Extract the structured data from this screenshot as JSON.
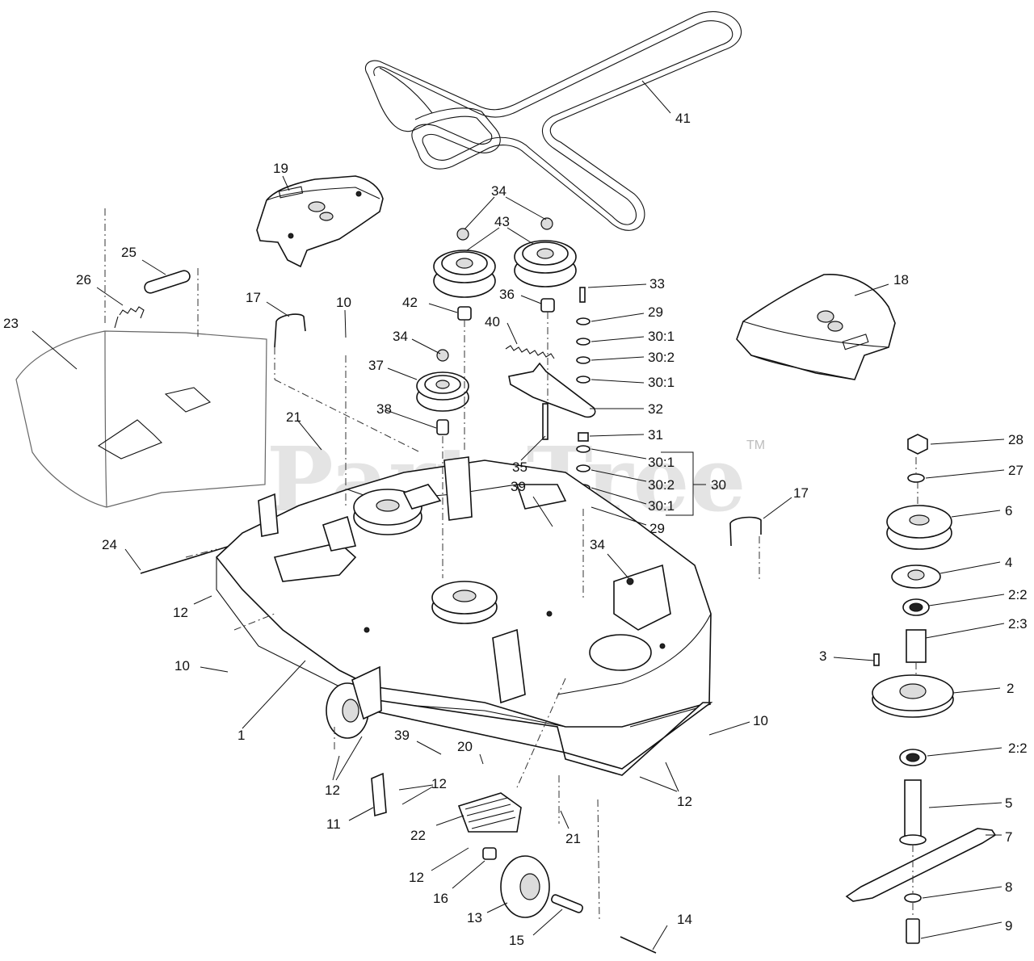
{
  "watermark": {
    "text": "PartsTree",
    "trademark": "TM"
  },
  "callouts": [
    {
      "id": "c41",
      "text": "41"
    },
    {
      "id": "c19",
      "text": "19"
    },
    {
      "id": "c34a",
      "text": "34"
    },
    {
      "id": "c43",
      "text": "43"
    },
    {
      "id": "c25",
      "text": "25"
    },
    {
      "id": "c26",
      "text": "26"
    },
    {
      "id": "c33",
      "text": "33"
    },
    {
      "id": "c18",
      "text": "18"
    },
    {
      "id": "c42",
      "text": "42"
    },
    {
      "id": "c36",
      "text": "36"
    },
    {
      "id": "c17a",
      "text": "17"
    },
    {
      "id": "c10a",
      "text": "10"
    },
    {
      "id": "c29a",
      "text": "29"
    },
    {
      "id": "c23",
      "text": "23"
    },
    {
      "id": "c40",
      "text": "40"
    },
    {
      "id": "c34b",
      "text": "34"
    },
    {
      "id": "c30_1a",
      "text": "30:1"
    },
    {
      "id": "c30_2a",
      "text": "30:2"
    },
    {
      "id": "c37",
      "text": "37"
    },
    {
      "id": "c30_1b",
      "text": "30:1"
    },
    {
      "id": "c32",
      "text": "32"
    },
    {
      "id": "c38",
      "text": "38"
    },
    {
      "id": "c21a",
      "text": "21"
    },
    {
      "id": "c31",
      "text": "31"
    },
    {
      "id": "c28",
      "text": "28"
    },
    {
      "id": "c30_1c",
      "text": "30:1"
    },
    {
      "id": "c35",
      "text": "35"
    },
    {
      "id": "c27",
      "text": "27"
    },
    {
      "id": "c30_2b",
      "text": "30:2"
    },
    {
      "id": "c30",
      "text": "30"
    },
    {
      "id": "c39a",
      "text": "39"
    },
    {
      "id": "c30_1d",
      "text": "30:1"
    },
    {
      "id": "c17b",
      "text": "17"
    },
    {
      "id": "c6",
      "text": "6"
    },
    {
      "id": "c29b",
      "text": "29"
    },
    {
      "id": "c24",
      "text": "24"
    },
    {
      "id": "c34c",
      "text": "34"
    },
    {
      "id": "c4",
      "text": "4"
    },
    {
      "id": "c12a",
      "text": "12"
    },
    {
      "id": "c2_2a",
      "text": "2:2"
    },
    {
      "id": "c2_3",
      "text": "2:3"
    },
    {
      "id": "c10b",
      "text": "10"
    },
    {
      "id": "c3",
      "text": "3"
    },
    {
      "id": "c2",
      "text": "2"
    },
    {
      "id": "c1",
      "text": "1"
    },
    {
      "id": "c10c",
      "text": "10"
    },
    {
      "id": "c39b",
      "text": "39"
    },
    {
      "id": "c20",
      "text": "20"
    },
    {
      "id": "c2_2b",
      "text": "2:2"
    },
    {
      "id": "c12b",
      "text": "12"
    },
    {
      "id": "c12c",
      "text": "12"
    },
    {
      "id": "c12d",
      "text": "12"
    },
    {
      "id": "c5",
      "text": "5"
    },
    {
      "id": "c11",
      "text": "11"
    },
    {
      "id": "c22",
      "text": "22"
    },
    {
      "id": "c21b",
      "text": "21"
    },
    {
      "id": "c7",
      "text": "7"
    },
    {
      "id": "c12e",
      "text": "12"
    },
    {
      "id": "c16",
      "text": "16"
    },
    {
      "id": "c8",
      "text": "8"
    },
    {
      "id": "c13",
      "text": "13"
    },
    {
      "id": "c14",
      "text": "14"
    },
    {
      "id": "c15",
      "text": "15"
    },
    {
      "id": "c9",
      "text": "9"
    }
  ]
}
